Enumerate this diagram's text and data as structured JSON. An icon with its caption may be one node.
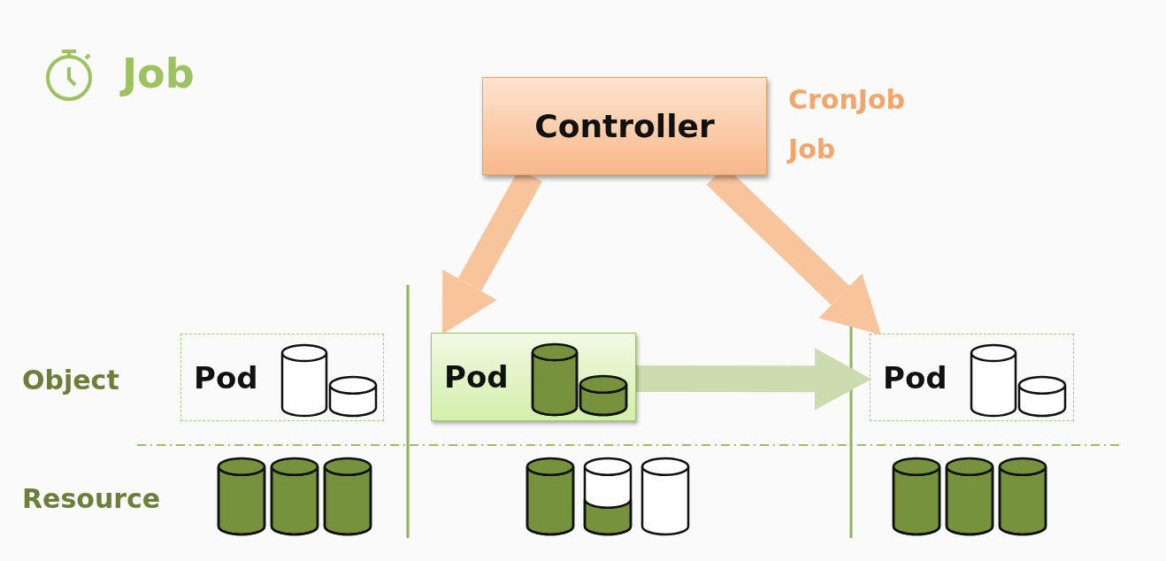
{
  "diagram": {
    "title": "Job",
    "nodes": [
      {
        "text": [
          "Controller"
        ],
        "beside": [
          "CronJob",
          "Job"
        ]
      },
      {
        "text": [
          "Pod"
        ]
      },
      {
        "text": [
          "Pod"
        ]
      },
      {
        "text": [
          "Pod"
        ]
      }
    ],
    "edges": [
      {
        "from": 0,
        "to": 2,
        "arrow": "to"
      },
      {
        "from": 0,
        "to": 3,
        "arrow": "to"
      },
      {
        "from": 2,
        "to": 3,
        "arrow": "to",
        "color": "#cddcaf"
      }
    ],
    "labels": [
      "Object",
      "Resource"
    ]
  }
}
